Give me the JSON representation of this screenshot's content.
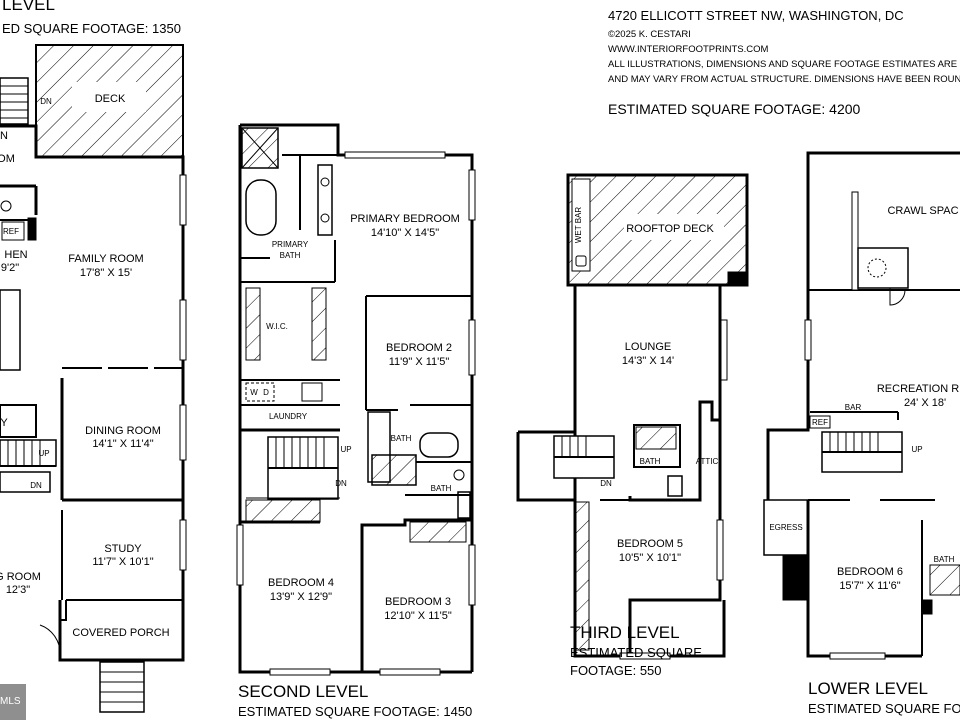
{
  "header": {
    "address": "4720 ELLICOTT STREET NW, WASHINGTON, DC",
    "copyright": "©2025 K. CESTARI",
    "website": "WWW.INTERIORFOOTPRINTS.COM",
    "disclaimer_1": "ALL ILLUSTRATIONS, DIMENSIONS AND SQUARE FOOTAGE ESTIMATES ARE",
    "disclaimer_2": "AND MAY VARY FROM ACTUAL STRUCTURE. DIMENSIONS HAVE BEEN ROUN",
    "total_sqft": "ESTIMATED SQUARE FOOTAGE: 4200"
  },
  "main_level": {
    "title": "LEVEL",
    "sqft": "ED SQUARE FOOTAGE: 1350",
    "rooms": {
      "deck": "DECK",
      "family_room": "FAMILY ROOM",
      "family_room_dim": "17'8\" X 15'",
      "kitchen": "HEN",
      "kitchen_dim": "9'2\"",
      "dining_room": "DINING ROOM",
      "dining_room_dim": "14'1\" X 11'4\"",
      "study": "STUDY",
      "study_dim": "11'7\" X 10'1\"",
      "living_room": "G ROOM",
      "living_room_dim": "12'3\"",
      "covered_porch": "COVERED PORCH",
      "ref": "REF",
      "room_cut": "OM",
      "n_cut": "N",
      "y_cut": "Y",
      "dn": "DN",
      "up": "UP"
    }
  },
  "second_level": {
    "title": "SECOND LEVEL",
    "sqft": "ESTIMATED SQUARE FOOTAGE: 1450",
    "rooms": {
      "primary_bedroom": "PRIMARY BEDROOM",
      "primary_bedroom_dim": "14'10\" X 14'5\"",
      "primary_bath_1": "PRIMARY",
      "primary_bath_2": "BATH",
      "wic": "W.I.C.",
      "laundry": "LAUNDRY",
      "washer": "W",
      "dryer": "D",
      "bedroom2": "BEDROOM 2",
      "bedroom2_dim": "11'9\" X 11'5\"",
      "bath_a": "BATH",
      "bath_b": "BATH",
      "bedroom4": "BEDROOM 4",
      "bedroom4_dim": "13'9\" X 12'9\"",
      "bedroom3": "BEDROOM 3",
      "bedroom3_dim": "12'10\" X 11'5\"",
      "up": "UP",
      "dn": "DN"
    }
  },
  "third_level": {
    "title": "THIRD LEVEL",
    "sqft_1": "ESTIMATED SQUARE",
    "sqft_2": "FOOTAGE: 550",
    "rooms": {
      "rooftop_deck": "ROOFTOP DECK",
      "wet_bar": "WET BAR",
      "lounge": "LOUNGE",
      "lounge_dim": "14'3\" X 14'",
      "bath": "BATH",
      "attic": "ATTIC",
      "bedroom5": "BEDROOM 5",
      "bedroom5_dim": "10'5\" X 10'1\"",
      "dn": "DN"
    }
  },
  "lower_level": {
    "title": "LOWER LEVEL",
    "sqft": "ESTIMATED SQUARE FOOTA",
    "rooms": {
      "crawl_space": "CRAWL SPAC",
      "recreation_room": "RECREATION R",
      "recreation_room_dim": "24' X 18'",
      "bar": "BAR",
      "ref": "REF",
      "up": "UP",
      "egress": "EGRESS",
      "bedroom6": "BEDROOM 6",
      "bedroom6_dim": "15'7\" X 11'6\"",
      "bath": "BATH"
    }
  },
  "watermark": "MLS"
}
